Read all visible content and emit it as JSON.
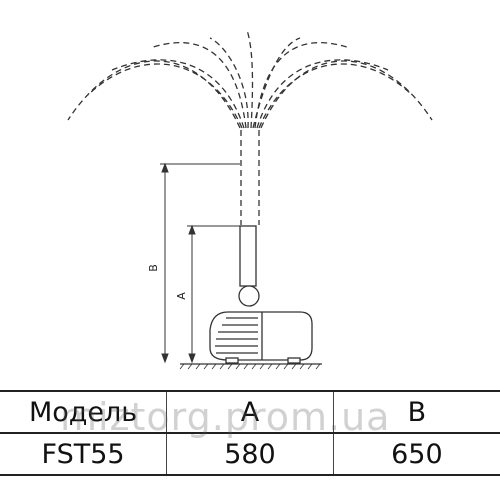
{
  "diagram": {
    "dimension_labels": {
      "a": "A",
      "b": "B"
    },
    "line_color": "#333333",
    "parts": [
      "fountain-spray",
      "nozzle-tube",
      "pump-body",
      "ground"
    ]
  },
  "table": {
    "header": [
      "Модель",
      "A",
      "B"
    ],
    "rows": [
      [
        "FST55",
        "580",
        "650"
      ]
    ]
  },
  "watermark": "miztorg.prom.ua"
}
